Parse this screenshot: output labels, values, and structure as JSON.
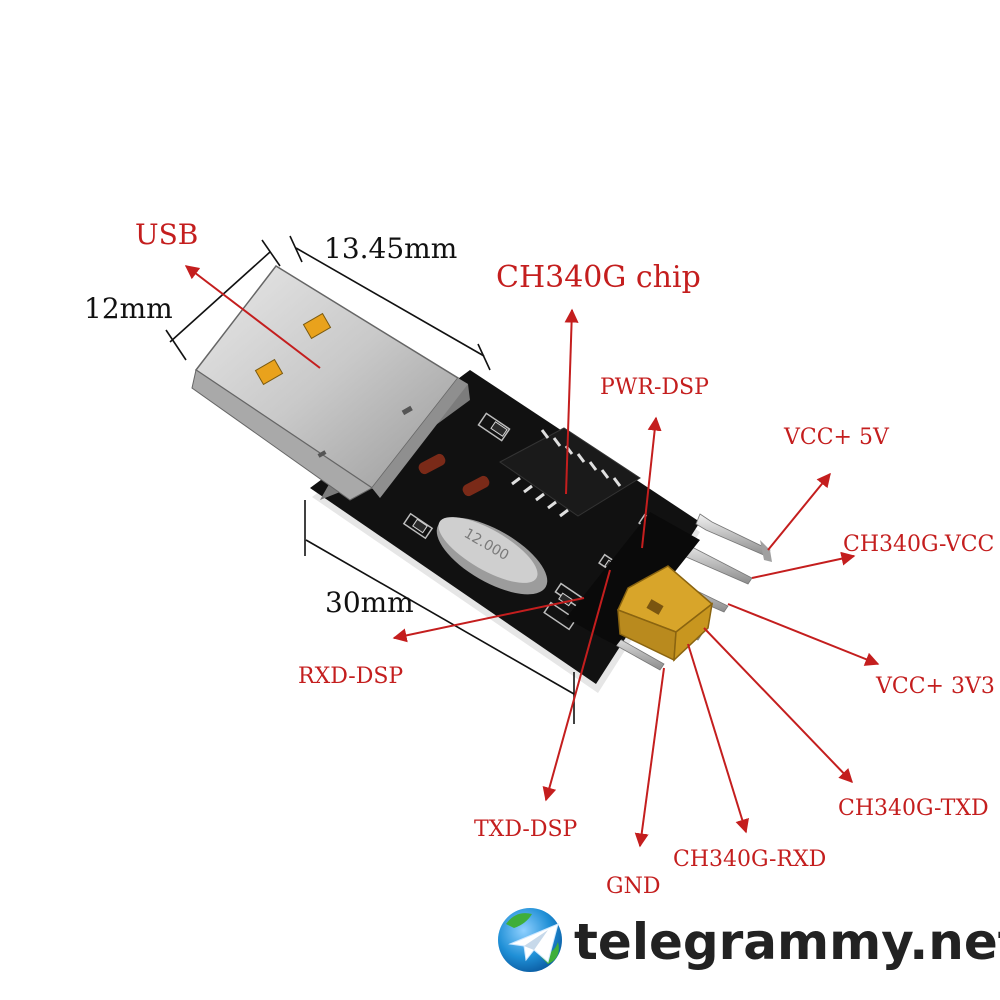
{
  "labels": {
    "usb": "USB",
    "dim_width": "12mm",
    "dim_plug": "13.45mm",
    "dim_length": "30mm",
    "chip": "CH340G chip",
    "pwr_dsp": "PWR-DSP",
    "vcc_5v": "VCC+ 5V",
    "ch340g_vcc": "CH340G-VCC",
    "vcc_3v3": "VCC+ 3V3",
    "ch340g_txd": "CH340G-TXD",
    "ch340g_rxd": "CH340G-RXD",
    "gnd": "GND",
    "txd_dsp": "TXD-DSP",
    "rxd_dsp": "RXD-DSP",
    "crystal": "12.000"
  },
  "watermark": {
    "text": "telegrammy.net",
    "icon": "telegram-globe-icon"
  },
  "colors": {
    "annotation": "#c41e1e",
    "pcb": "#111111",
    "jumper": "#d8a52a"
  }
}
